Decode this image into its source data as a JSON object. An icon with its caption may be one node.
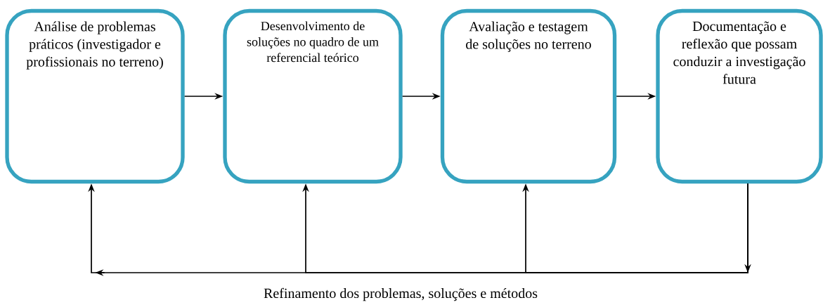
{
  "diagram": {
    "nodes": [
      {
        "text": [
          "Análise de problemas práticos (investigador e profissionais no terreno)"
        ]
      },
      {
        "text": [
          "Desenvolvimento de soluções no quadro de um referencial teórico"
        ]
      },
      {
        "text": [
          "Avaliação e testagem de soluções no terreno"
        ]
      },
      {
        "text": [
          "Documentação e reflexão que possam conduzir a investigação futura"
        ]
      }
    ],
    "edges": [
      {
        "from": 0,
        "to": 1,
        "arrow": "to"
      },
      {
        "from": 1,
        "to": 2,
        "arrow": "to"
      },
      {
        "from": 2,
        "to": 3,
        "arrow": "to"
      },
      {
        "from": 3,
        "to": 0,
        "arrow": "to"
      },
      {
        "from": 3,
        "to": 1,
        "arrow": "to"
      },
      {
        "from": 3,
        "to": 2,
        "arrow": "to"
      }
    ],
    "labels": [
      "Refinamento dos problemas, soluções e métodos"
    ]
  }
}
